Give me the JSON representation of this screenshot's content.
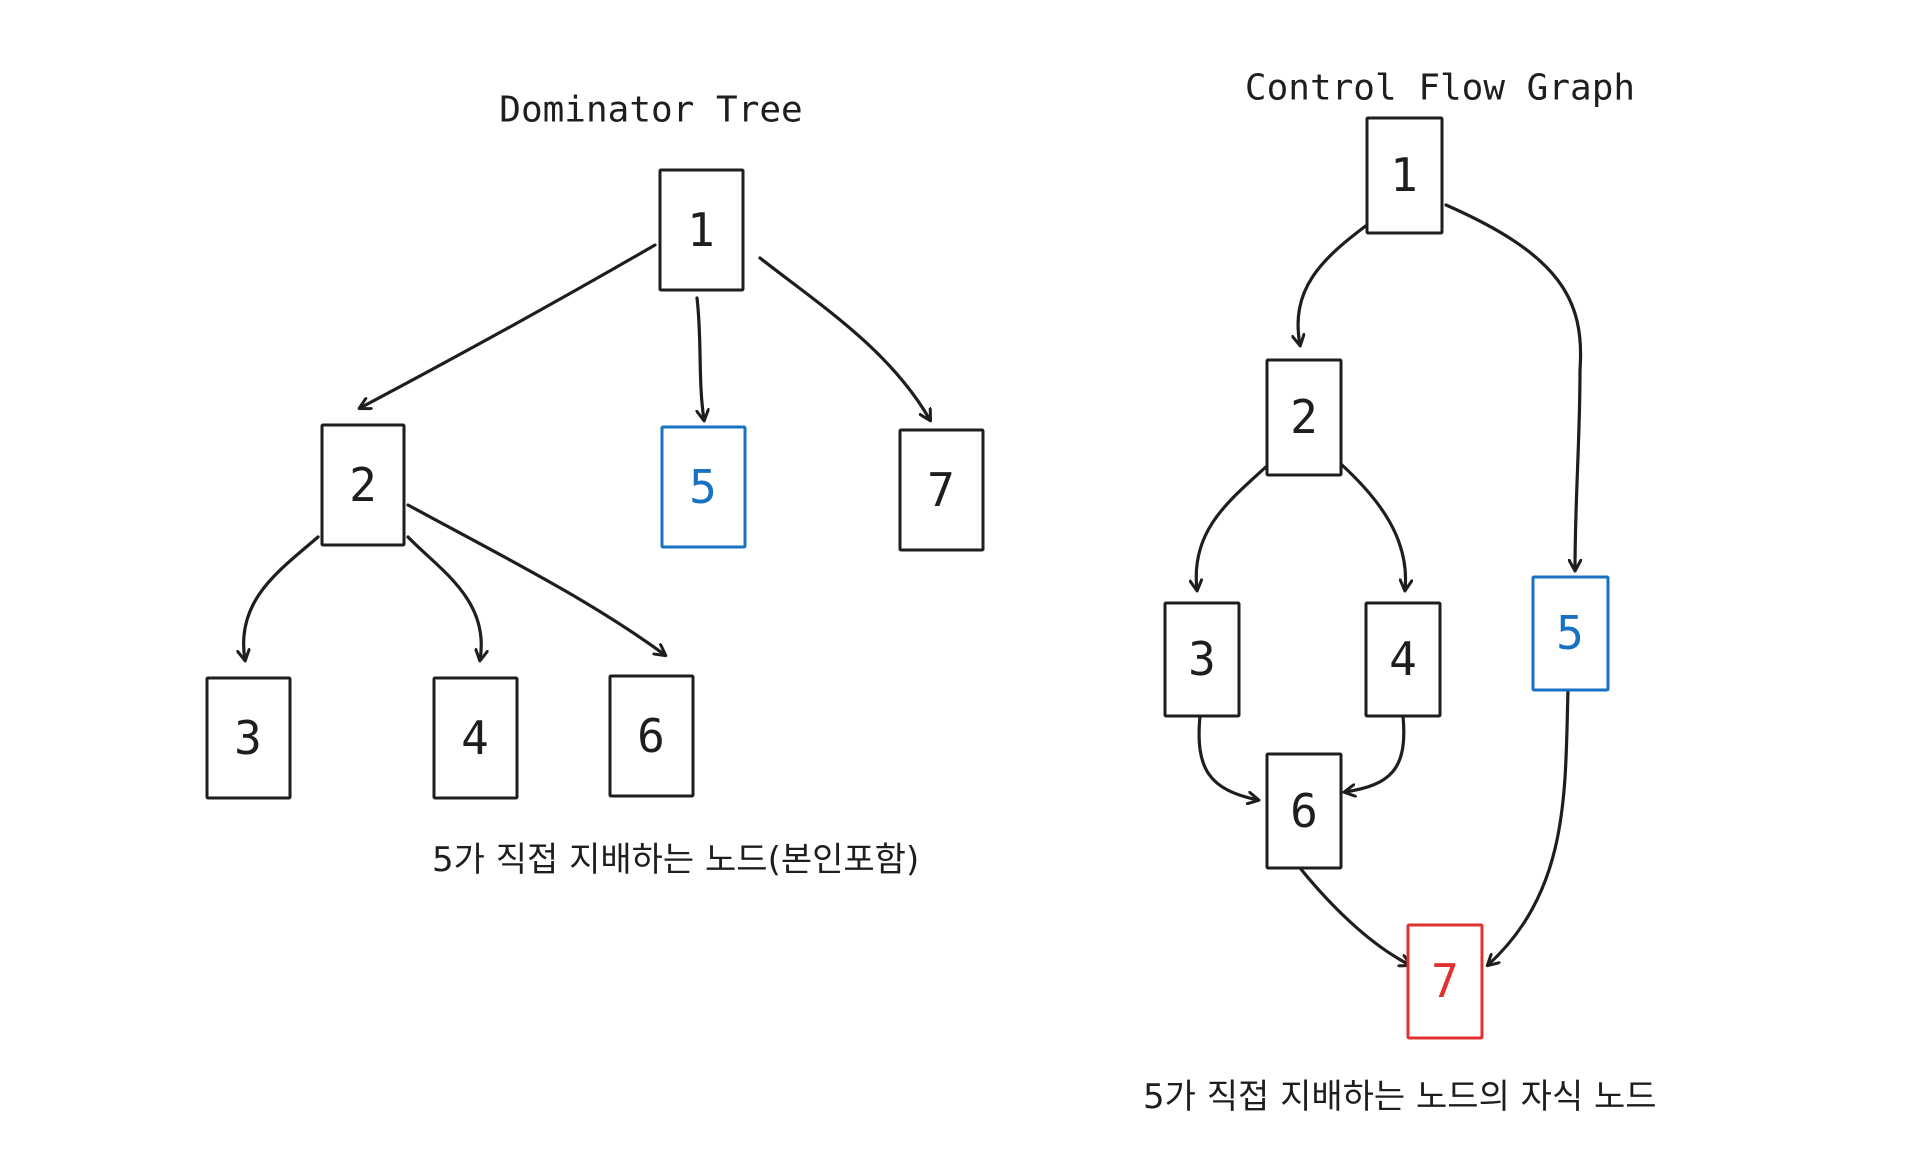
{
  "dominator_tree": {
    "title": "Dominator Tree",
    "caption": "5가 직접 지배하는 노드(본인포함)",
    "nodes": {
      "n1": "1",
      "n2": "2",
      "n5": "5",
      "n7": "7",
      "n3": "3",
      "n4": "4",
      "n6": "6"
    }
  },
  "control_flow_graph": {
    "title": "Control Flow Graph",
    "caption": "5가 직접 지배하는 노드의 자식 노드",
    "nodes": {
      "n1": "1",
      "n2": "2",
      "n3": "3",
      "n4": "4",
      "n5": "5",
      "n6": "6",
      "n7": "7"
    }
  },
  "colors": {
    "ink": "#1e1e1e",
    "highlight_blue": "#1971c2",
    "highlight_red": "#e03131"
  }
}
